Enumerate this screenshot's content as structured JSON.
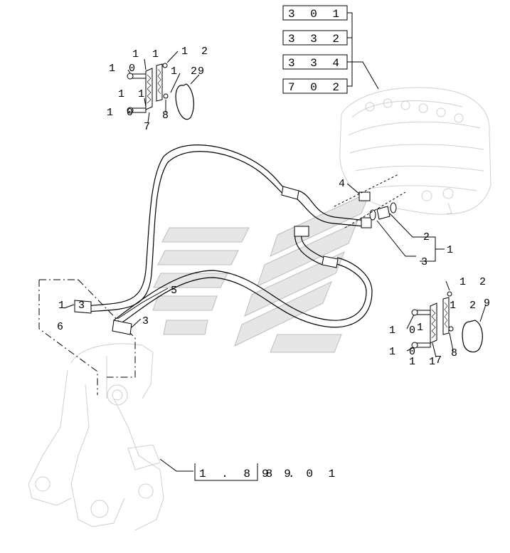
{
  "ref_boxes": [
    "3 0 1",
    "3 3 2",
    "3 3 4",
    "7 0 2"
  ],
  "page_ref": {
    "boxed": "1 . 8 8 .",
    "rest": "9 9   0 1"
  },
  "callouts": {
    "c11a": "1 1",
    "c12a": "1 2",
    "c10a": "1 0",
    "c12b": "1 2",
    "c9a": "9",
    "c11b": "1 1",
    "c10b": "1 0",
    "c7a": "7",
    "c8a": "8",
    "c4": "4",
    "c2": "2",
    "c1": "1",
    "c3a": "3",
    "c12c": "1 2",
    "c12d": "1 2",
    "c9b": "9",
    "c10c": "1 0",
    "c1b": "1",
    "c10d": "1 0",
    "c11c": "1 1",
    "c7b": "7",
    "c8b": "8",
    "c5": "5",
    "c13": "1 3",
    "c6": "6",
    "c3b": "3"
  }
}
